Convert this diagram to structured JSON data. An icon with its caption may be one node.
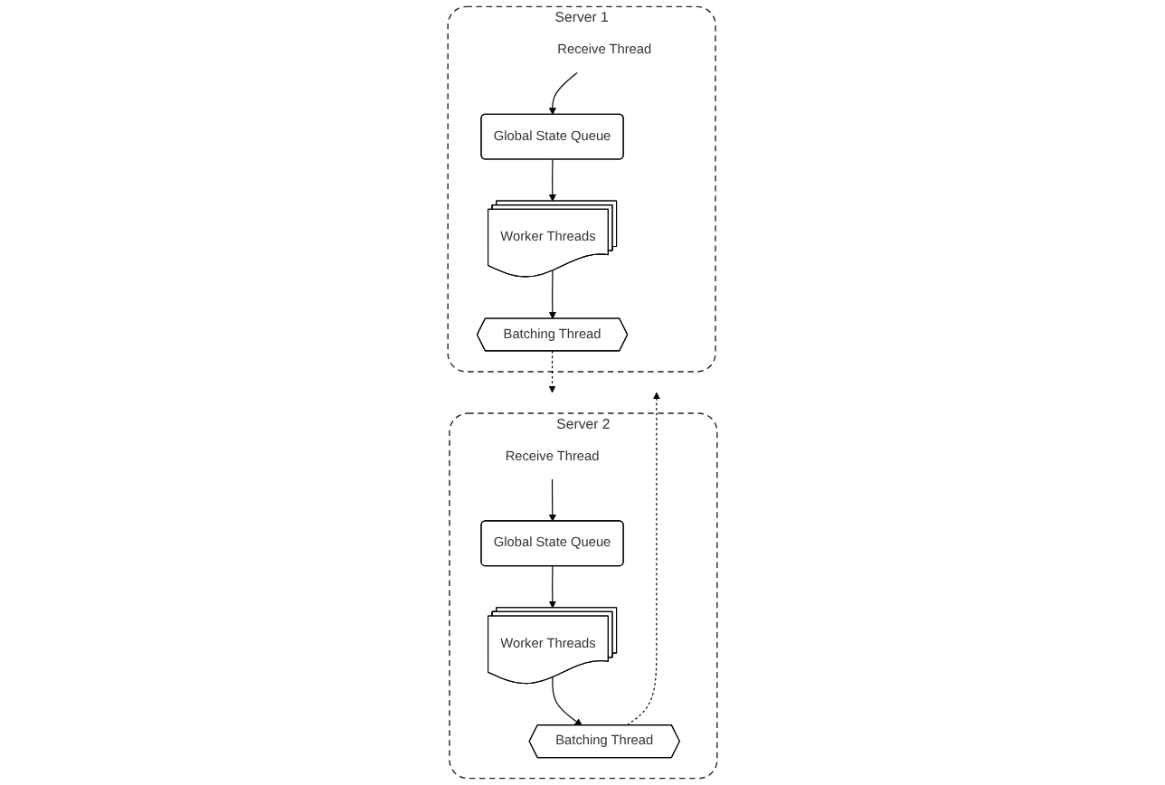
{
  "diagram": {
    "nodes": [
      {
        "text": [
          "Server 1"
        ]
      },
      {
        "text": [
          "Receive Thread"
        ],
        "in": 0
      },
      {
        "text": [
          "Global State Queue"
        ],
        "in": 0
      },
      {
        "text": [
          "Worker Threads"
        ],
        "in": 0
      },
      {
        "text": [
          "Batching Thread"
        ],
        "in": 0
      },
      {
        "text": [
          "Server 2"
        ]
      },
      {
        "text": [
          "Receive Thread"
        ],
        "in": 5
      },
      {
        "text": [
          "Global State Queue"
        ],
        "in": 5
      },
      {
        "text": [
          "Worker Threads"
        ],
        "in": 5
      },
      {
        "text": [
          "Batching Thread"
        ],
        "in": 5
      }
    ],
    "edges": [
      {
        "from": 1,
        "to": 2,
        "arrow": "to"
      },
      {
        "from": 2,
        "to": 3,
        "arrow": "to"
      },
      {
        "from": 3,
        "to": 4,
        "arrow": "to"
      },
      {
        "from": 6,
        "to": 7,
        "arrow": "to"
      },
      {
        "from": 7,
        "to": 8,
        "arrow": "to"
      },
      {
        "from": 8,
        "to": 9,
        "arrow": "to"
      },
      {
        "from": 4,
        "to": 5,
        "arrow": "to",
        "style": "dashed"
      },
      {
        "from": 9,
        "to": 0,
        "arrow": "to",
        "style": "dashed"
      }
    ]
  }
}
